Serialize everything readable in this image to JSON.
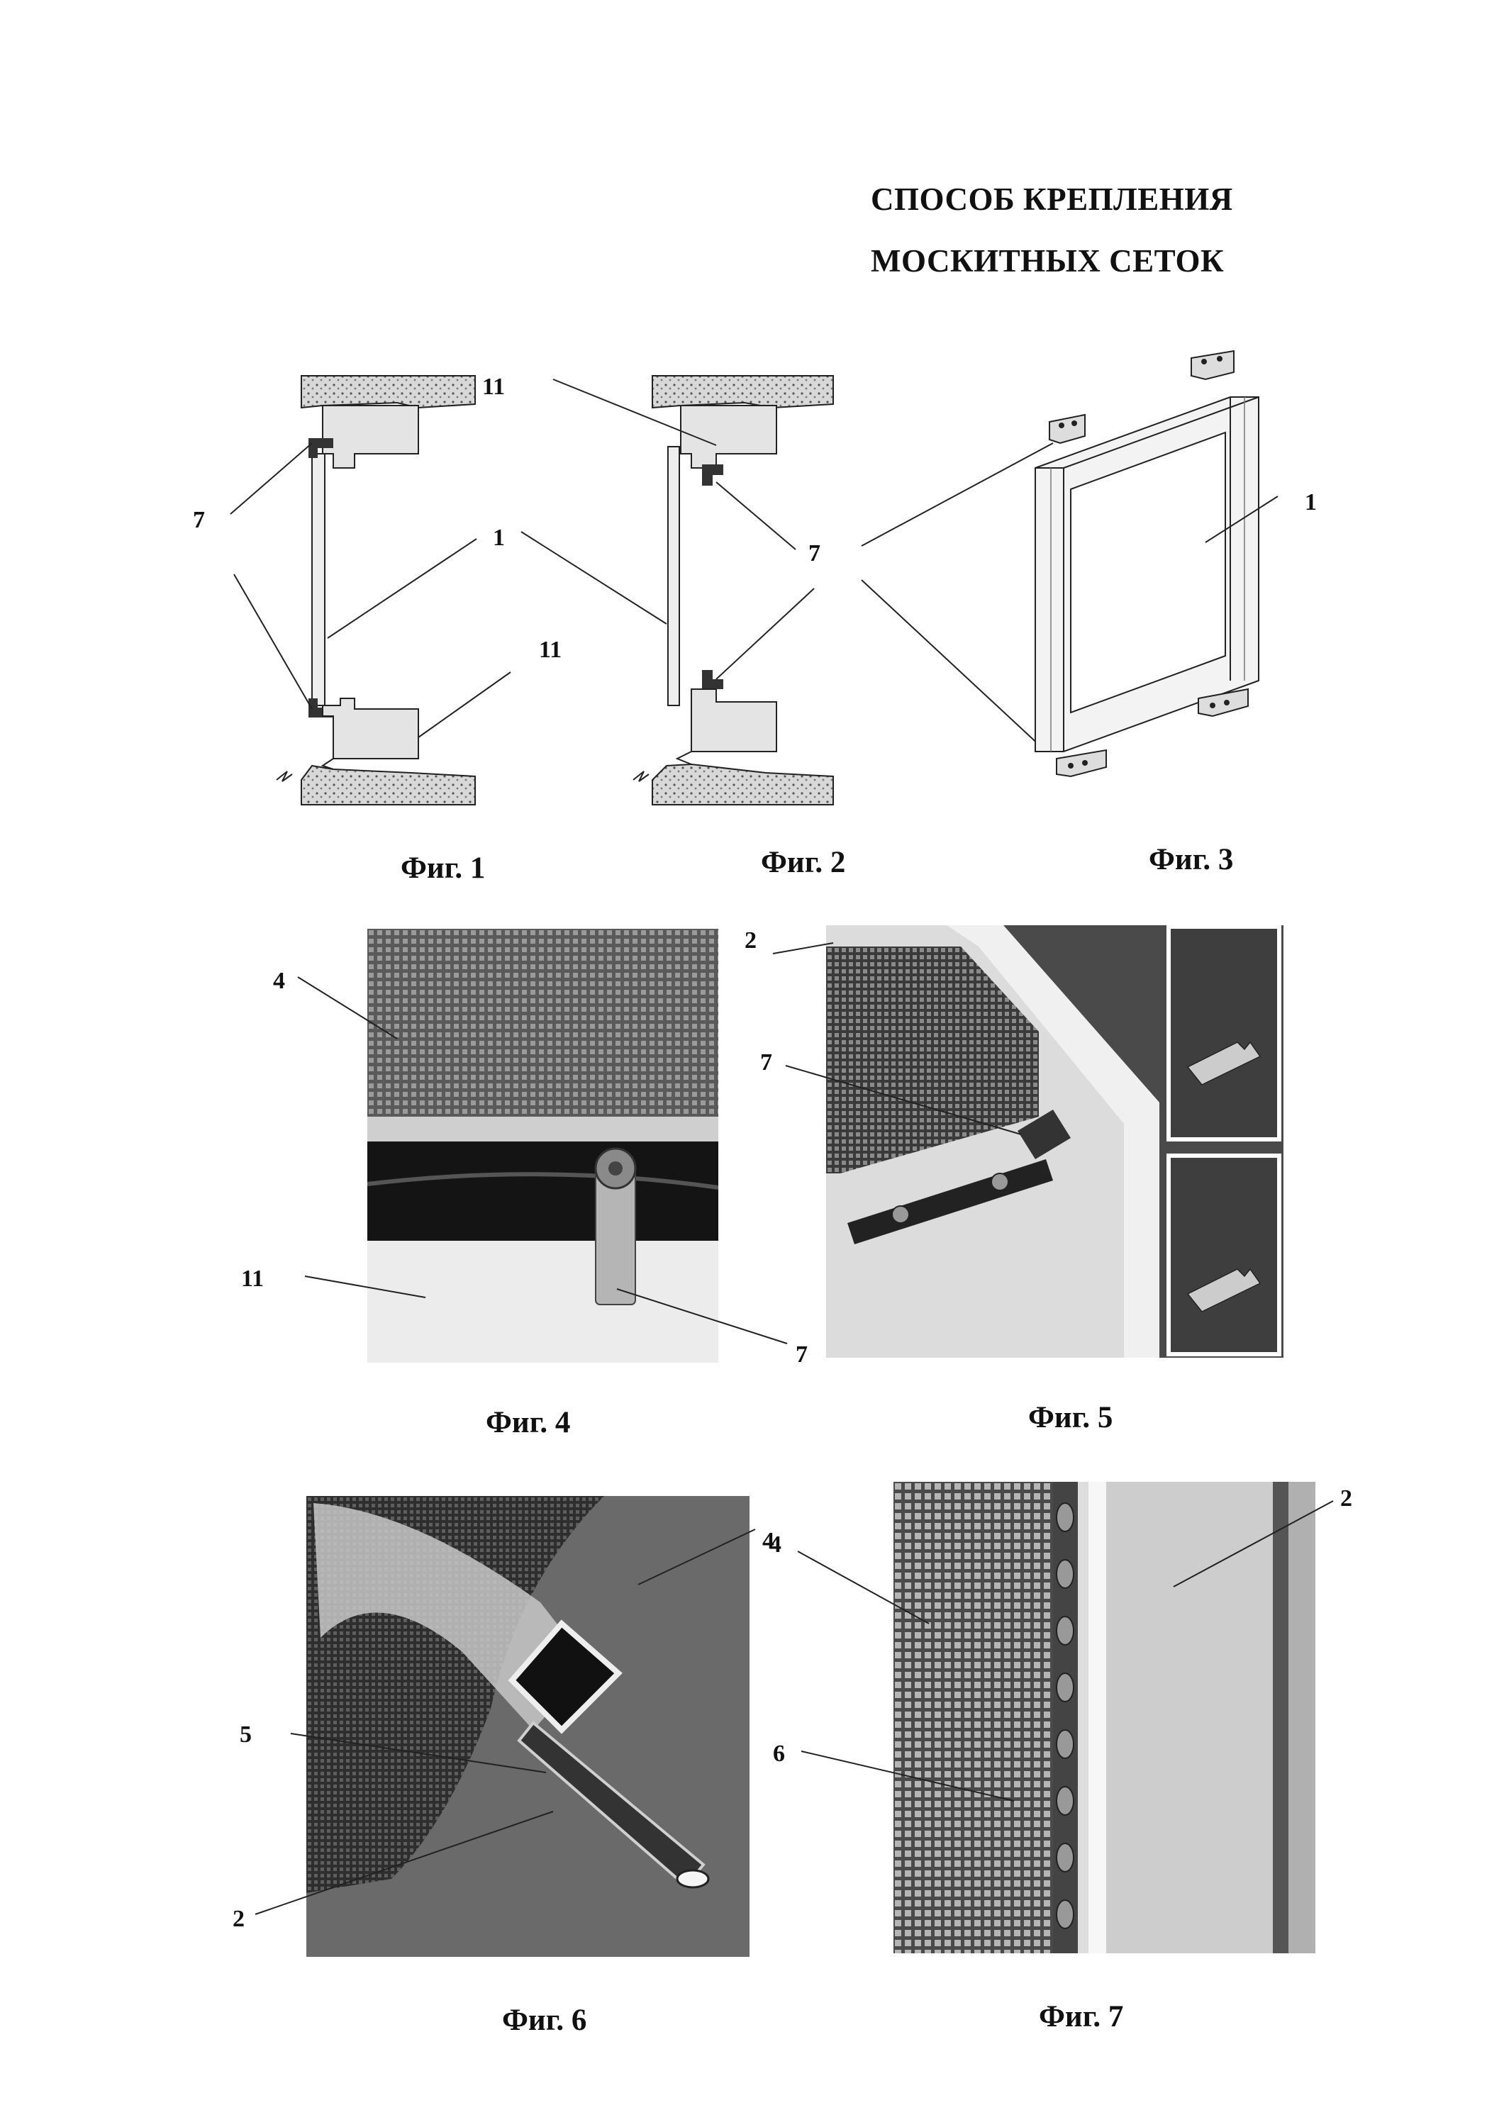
{
  "document": {
    "title_line1": "СПОСОБ КРЕПЛЕНИЯ",
    "title_line2": "МОСКИТНЫХ СЕТОК"
  },
  "figures": [
    {
      "caption": "Фиг. 1"
    },
    {
      "caption": "Фиг. 2"
    },
    {
      "caption": "Фиг. 3"
    },
    {
      "caption": "Фиг. 4"
    },
    {
      "caption": "Фиг. 5"
    },
    {
      "caption": "Фиг. 6"
    },
    {
      "caption": "Фиг. 7"
    }
  ],
  "reference_numerals": {
    "n1": "1",
    "n2": "2",
    "n4": "4",
    "n5": "5",
    "n6": "6",
    "n7": "7",
    "n11": "11"
  }
}
